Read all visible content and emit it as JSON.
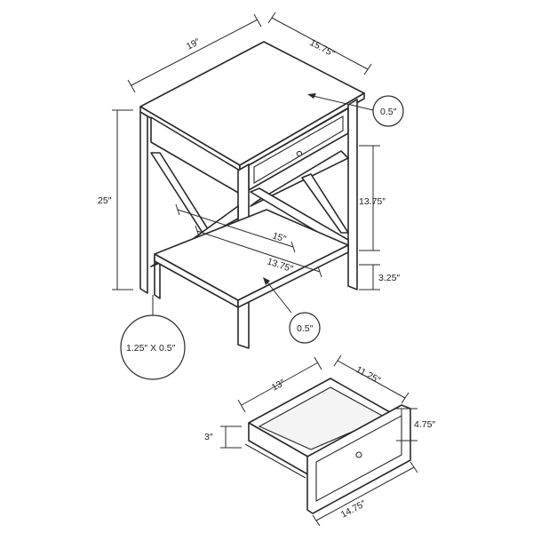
{
  "table_dimensions": {
    "top_width": "19″",
    "top_depth": "15.75″",
    "top_thickness": "0.5″",
    "overall_height": "25″",
    "opening_height": "13.75″",
    "shelf_width": "15″",
    "shelf_depth": "13.75″",
    "shelf_height": "3.25″",
    "shelf_thickness": "0.5″",
    "leg_size": "1.25″ X 0.5″"
  },
  "drawer_dimensions": {
    "inner_width": "13″",
    "inner_depth": "11.25″",
    "front_height": "4.75″",
    "inner_height": "3″",
    "front_width": "14.75″"
  }
}
